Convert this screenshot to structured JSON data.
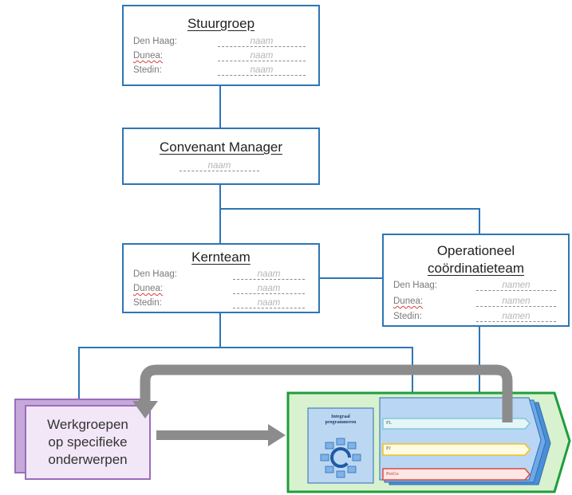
{
  "stuurgroep": {
    "title": "Stuurgroep",
    "rows": [
      {
        "label": "Den Haag:",
        "value": "naam"
      },
      {
        "label": "Dunea:",
        "value": "naam"
      },
      {
        "label": "Stedin:",
        "value": "naam"
      }
    ]
  },
  "convenant": {
    "title": "Convenant Manager",
    "value": "naam"
  },
  "kernteam": {
    "title": "Kernteam",
    "rows": [
      {
        "label": "Den Haag:",
        "value": "naam"
      },
      {
        "label": "Dunea:",
        "value": "naam"
      },
      {
        "label": "Stedin:",
        "value": "naam"
      }
    ]
  },
  "operationeel": {
    "title_line1": "Operationeel",
    "title_line2": "coördinatieteam",
    "rows": [
      {
        "label": "Den Haag:",
        "value": "namen"
      },
      {
        "label": "Dunea:",
        "value": "namen"
      },
      {
        "label": "Stedin:",
        "value": "namen"
      }
    ]
  },
  "werkgroepen": {
    "line1": "Werkgroepen",
    "line2": "op specifieke",
    "line3": "onderwerpen"
  },
  "programma": {
    "integraal_line1": "Integraal",
    "integraal_line2": "programmeren",
    "bars": [
      "PL",
      "PJ",
      "ProGo"
    ]
  },
  "colors": {
    "box_border": "#2e75b6",
    "arrow": "#8c8c8c",
    "werkgroep": "#9b6cbf",
    "programma_border": "#1e9e3a",
    "programma_fill": "#d8f1cf"
  }
}
